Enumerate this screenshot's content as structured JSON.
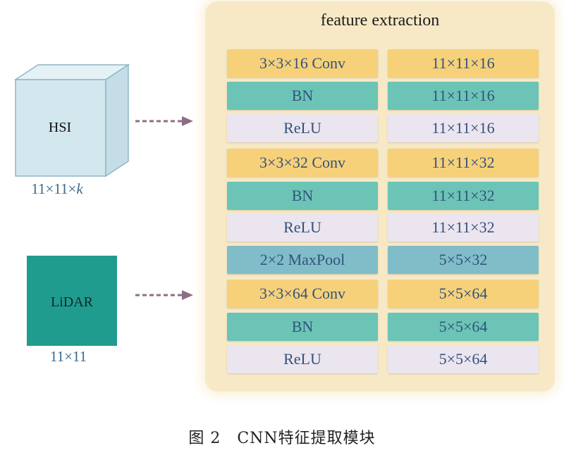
{
  "hsi": {
    "label": "HSI",
    "dims": "11×11×",
    "dims_var": "k"
  },
  "lidar": {
    "label": "LiDAR",
    "dims": "11×11"
  },
  "panel": {
    "title": "feature extraction",
    "rows": [
      {
        "layer": "3×3×16 Conv",
        "output": "11×11×16",
        "kind": "conv"
      },
      {
        "layer": "BN",
        "output": "11×11×16",
        "kind": "bn"
      },
      {
        "layer": "ReLU",
        "output": "11×11×16",
        "kind": "relu"
      },
      {
        "layer": "3×3×32 Conv",
        "output": "11×11×32",
        "kind": "conv"
      },
      {
        "layer": "BN",
        "output": "11×11×32",
        "kind": "bn"
      },
      {
        "layer": "ReLU",
        "output": "11×11×32",
        "kind": "relu"
      },
      {
        "layer": "2×2 MaxPool",
        "output": "5×5×32",
        "kind": "pool"
      },
      {
        "layer": "3×3×64 Conv",
        "output": "5×5×64",
        "kind": "conv"
      },
      {
        "layer": "BN",
        "output": "5×5×64",
        "kind": "bn"
      },
      {
        "layer": "ReLU",
        "output": "5×5×64",
        "kind": "relu"
      }
    ]
  },
  "caption": "图 2　CNN特征提取模块",
  "colors": {
    "conv": "#f6d17a",
    "bn": "#6bc4b6",
    "relu": "#ebe5f0",
    "pool": "#80bdc9",
    "lidar": "#1f9c8e",
    "cube": "#d3e7ee",
    "panel": "#f8e9c6"
  }
}
